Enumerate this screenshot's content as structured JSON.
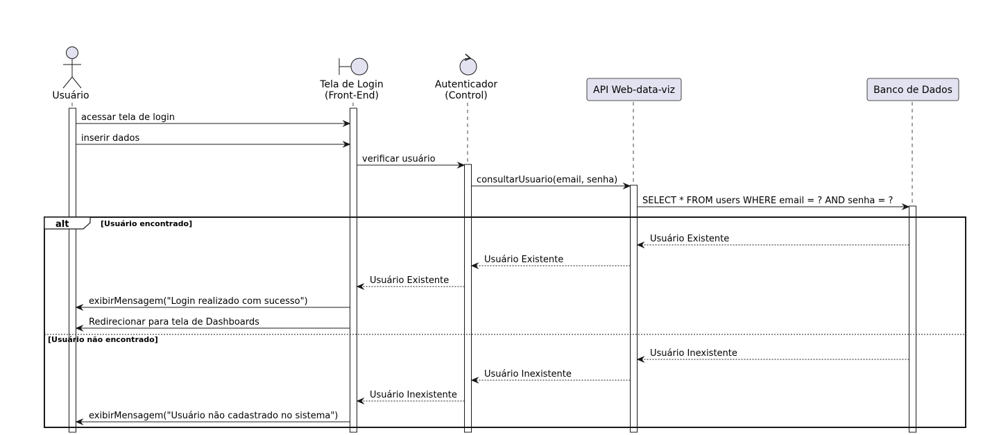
{
  "participants": {
    "usuario": {
      "label": "Usuário",
      "shape": "actor"
    },
    "tela_login": {
      "label_line1": "Tela de Login",
      "label_line2": "(Front-End)",
      "shape": "boundary"
    },
    "autenticador": {
      "label_line1": "Autenticador",
      "label_line2": "(Control)",
      "shape": "control"
    },
    "api": {
      "label": "API Web-data-viz",
      "shape": "participant"
    },
    "banco": {
      "label": "Banco de Dados",
      "shape": "participant"
    }
  },
  "fragment": {
    "operator": "alt",
    "guard1": "[Usuário encontrado]",
    "guard2": "[Usuário não encontrado]"
  },
  "messages": [
    {
      "from": "usuario",
      "to": "tela_login",
      "text": "acessar tela de login",
      "style": "sync"
    },
    {
      "from": "usuario",
      "to": "tela_login",
      "text": "inserir dados",
      "style": "sync"
    },
    {
      "from": "tela_login",
      "to": "autenticador",
      "text": "verificar usuário",
      "style": "sync"
    },
    {
      "from": "autenticador",
      "to": "api",
      "text": "consultarUsuario(email, senha)",
      "style": "sync"
    },
    {
      "from": "api",
      "to": "banco",
      "text": "SELECT * FROM users WHERE email = ? AND senha = ?",
      "style": "sync"
    },
    {
      "from": "banco",
      "to": "api",
      "text": "Usuário Existente",
      "style": "return"
    },
    {
      "from": "api",
      "to": "autenticador",
      "text": "Usuário Existente",
      "style": "return"
    },
    {
      "from": "autenticador",
      "to": "tela_login",
      "text": "Usuário Existente",
      "style": "return"
    },
    {
      "from": "tela_login",
      "to": "usuario",
      "text": "exibirMensagem(\"Login realizado com sucesso\")",
      "style": "sync"
    },
    {
      "from": "tela_login",
      "to": "usuario",
      "text": "Redirecionar para tela de Dashboards",
      "style": "sync"
    },
    {
      "from": "banco",
      "to": "api",
      "text": "Usuário Inexistente",
      "style": "return"
    },
    {
      "from": "api",
      "to": "autenticador",
      "text": "Usuário Inexistente",
      "style": "return"
    },
    {
      "from": "autenticador",
      "to": "tela_login",
      "text": "Usuário Inexistente",
      "style": "return"
    },
    {
      "from": "tela_login",
      "to": "usuario",
      "text": "exibirMensagem(\"Usuário não cadastrado no sistema\")",
      "style": "sync"
    }
  ],
  "colors": {
    "participant_fill": "#E2E2F0",
    "participant_stroke": "#181818",
    "lifeline": "#181818",
    "activation_fill": "#FFFFFF"
  }
}
